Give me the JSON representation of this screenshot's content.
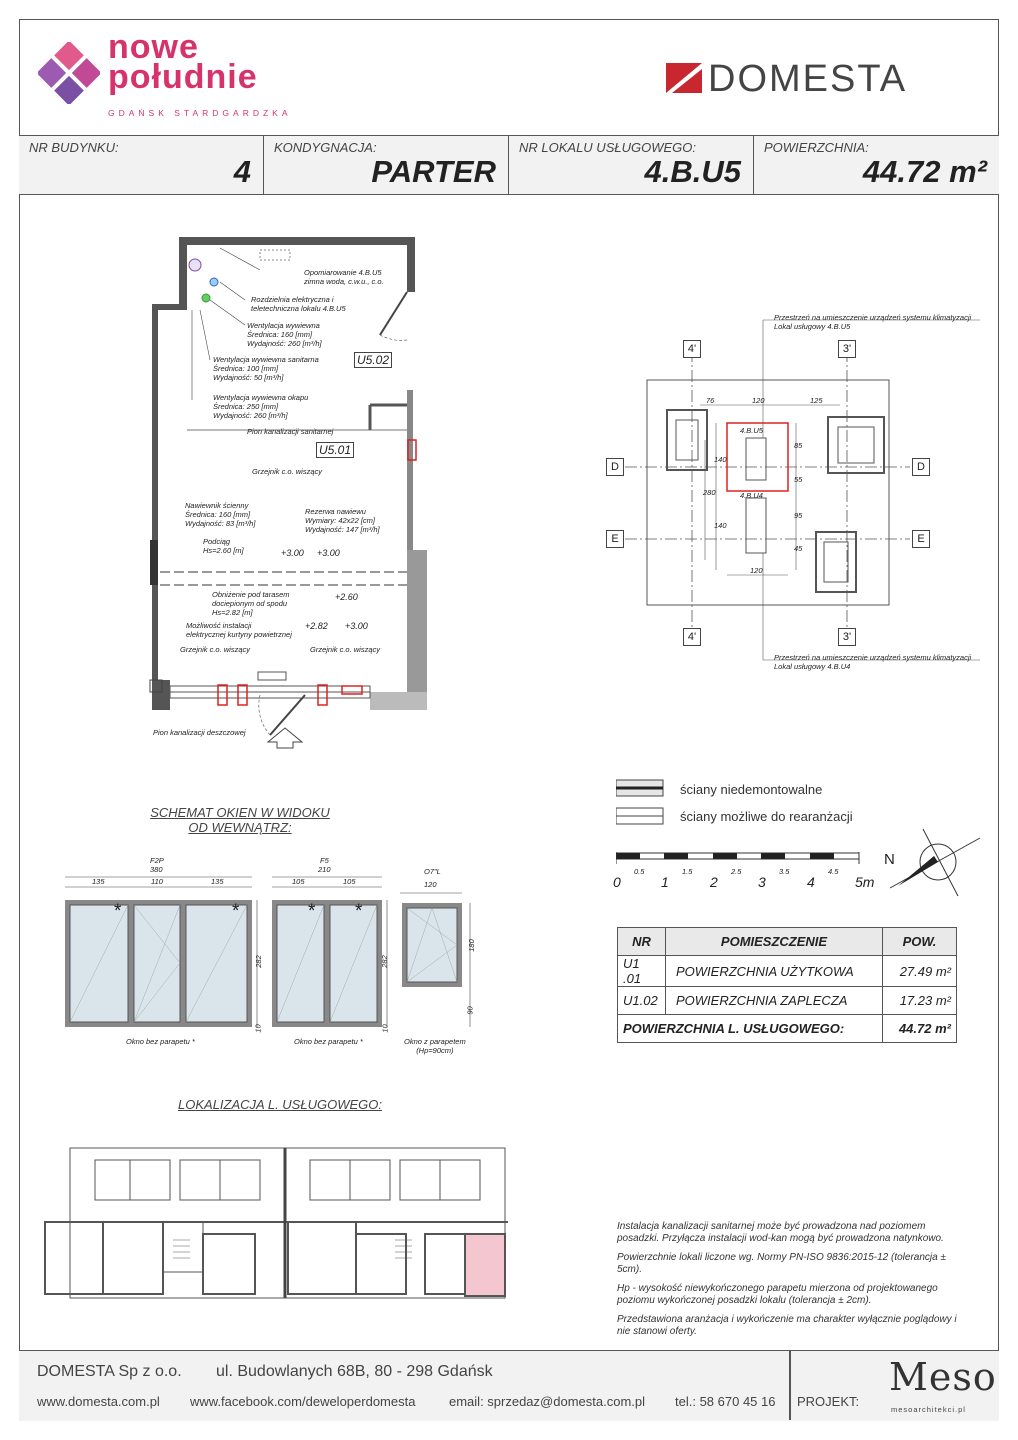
{
  "brand": {
    "logo_line1": "nowe",
    "logo_line2": "południe",
    "logo_sub": "GDAŃSK STARDGARDZKA",
    "developer": "DOMESTA",
    "accent": "#d6336c",
    "purple": "#7b4fa3"
  },
  "header": {
    "building_label": "NR BUDYNKU:",
    "building_value": "4",
    "floor_label": "KONDYGNACJA:",
    "floor_value": "PARTER",
    "unit_label": "NR LOKALU USŁUGOWEGO:",
    "unit_value": "4.B.U5",
    "area_label": "POWIERZCHNIA:",
    "area_value": "44.72 m²"
  },
  "plan": {
    "labels": [
      "Opomiarowanie 4.B.U5",
      "zimna woda, c.w.u., c.o.",
      "Rozdzielnia elektryczna i",
      "teletechniczna lokalu 4.B.U5",
      "Wentylacja wywiewna",
      "Średnica: 160 [mm]",
      "Wydajność: 260 [m³/h]",
      "Wentylacja wywiewna sanitarna",
      "Średnica: 100 [mm]",
      "Wydajność: 50 [m³/h]",
      "Wentylacja wywiewna okapu",
      "Średnica: 250 [mm]",
      "Wydajność: 260 [m³/h]",
      "Pion kanalizacji sanitarnej",
      "Grzejnik c.o. wiszący",
      "Nawiewnik ścienny",
      "Średnica: 160 [mm]",
      "Wydajność: 83 [m³/h]",
      "Rezerwa nawiewu",
      "Wymiary: 42x22 [cm]",
      "Wydajność: 147 [m³/h]",
      "Podciąg",
      "Hs=2.60 [m]",
      "Obniżenie pod tarasem",
      "dociepionym od spodu",
      "Hs=2.82 [m]",
      "Możliwość instalacji",
      "elektrycznej kurtyny powietrznej",
      "Grzejnik c.o. wiszący",
      "Grzejnik c.o. wiszący",
      "Pion kanalizacji deszczowej"
    ],
    "room1": "U5.02",
    "room2": "U5.01",
    "levels": [
      "+3.00",
      "+3.00",
      "+2.60",
      "+2.82",
      "+3.00"
    ]
  },
  "roof": {
    "note_top_1": "Przestrzeń na umieszczenie urządzeń systemu klimatyzacji",
    "note_top_2": "Lokal usługowy 4.B.U5",
    "note_bot_1": "Przestrzeń na umieszczenie urządzeń systemu klimatyzacji",
    "note_bot_2": "Lokal usługowy 4.B.U4",
    "axis_4": "4'",
    "axis_3": "3'",
    "axis_d": "D",
    "axis_e": "E",
    "dims": [
      "76",
      "120",
      "125",
      "85",
      "55",
      "95",
      "45",
      "140",
      "140",
      "280",
      "120"
    ],
    "unit_u5": "4.B.U5",
    "unit_u4": "4.B.U4"
  },
  "legend": {
    "wall_fixed": "ściany niedemontowalne",
    "wall_movable": "ściany możliwe do rearanżacji",
    "scale_major": [
      "0",
      "1",
      "2",
      "3",
      "4",
      "5m"
    ],
    "scale_minor": [
      "0.5",
      "1.5",
      "2.5",
      "3.5",
      "4.5"
    ],
    "north": "N"
  },
  "windows": {
    "title_1": "SCHEMAT OKIEN W WIDOKU",
    "title_2": "OD WEWNĄTRZ:",
    "w1_code": "F2P",
    "w1_total": "380",
    "w1_parts": [
      "135",
      "110",
      "135"
    ],
    "w1_height": "282",
    "w1_caption": "Okno bez parapetu *",
    "w2_code": "F5",
    "w2_total": "210",
    "w2_parts": [
      "105",
      "105"
    ],
    "w2_height": "282",
    "w2_caption": "Okno bez parapetu *",
    "w3_code": "O7\"L",
    "w3_total": "120",
    "w3_height": "180",
    "w3_sill": "90",
    "w3_caption_1": "Okno z parapetem",
    "w3_caption_2": "(Hp=90cm)",
    "star": "*",
    "sill_small": "10"
  },
  "location": {
    "title": "LOKALIZACJA L. USŁUGOWEGO:",
    "highlight": "#f4c6cf"
  },
  "rooms_table": {
    "headers": [
      "NR",
      "POMIESZCZENIE",
      "POW."
    ],
    "rows": [
      {
        "nr": "U1 .01",
        "name": "POWIERZCHNIA UŻYTKOWA",
        "area": "27.49 m²"
      },
      {
        "nr": "U1.02",
        "name": "POWIERZCHNIA ZAPLECZA",
        "area": "17.23 m²"
      }
    ],
    "total_label": "POWIERZCHNIA L. USŁUGOWEGO:",
    "total_value": "44.72 m²"
  },
  "notes": [
    "Instalacja kanalizacji sanitarnej może być prowadzona nad poziomem posadzki. Przyłącza instalacji wod-kan mogą być prowadzona natynkowo.",
    "Powierzchnie lokali liczone wg. Normy PN-ISO 9836:2015-12 (tolerancja ± 5cm).",
    "Hp - wysokość niewykończonego parapetu mierzona od projektowanego poziomu wykończonej posadzki lokalu (tolerancja ± 2cm).",
    "Przedstawiona aranżacja i wykończenie ma charakter wyłącznie poglądowy i nie stanowi oferty."
  ],
  "footer": {
    "company": "DOMESTA Sp z o.o.",
    "address": "ul. Budowlanych 68B, 80 - 298 Gdańsk",
    "web": "www.domesta.com.pl",
    "facebook": "www.facebook.com/deweloperdomesta",
    "email": "email: sprzedaz@domesta.com.pl",
    "phone": "tel.: 58 670 45 16",
    "project_label": "PROJEKT:",
    "architect_logo": "Meso",
    "architect_url": "mesoarchitekci.pl"
  }
}
